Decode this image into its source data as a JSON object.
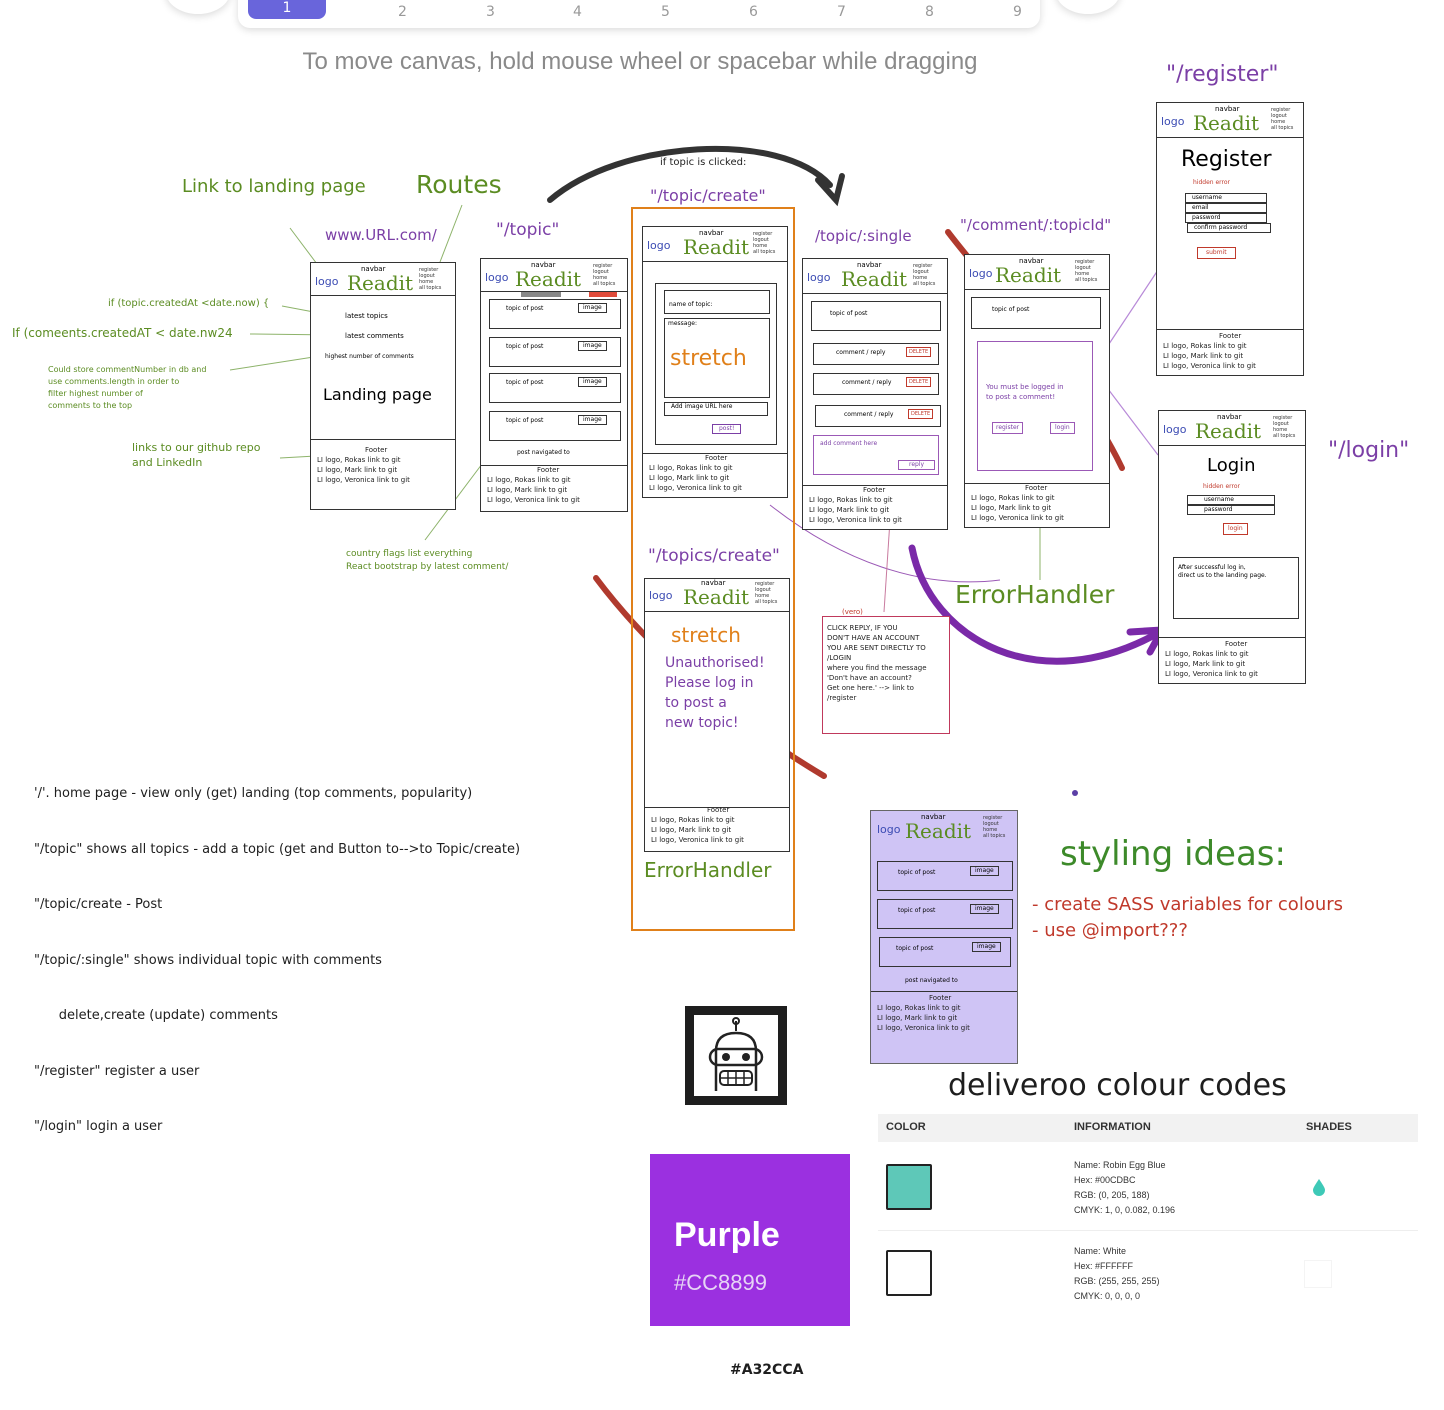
{
  "toolbar": {
    "pages": [
      "1",
      "2",
      "3",
      "4",
      "5",
      "6",
      "7",
      "8",
      "9"
    ],
    "active_page": "1",
    "hint": "To move canvas, hold mouse wheel or spacebar while dragging"
  },
  "labels": {
    "link_landing": "Link to landing page",
    "routes": "Routes",
    "www": "www.URL.com/",
    "topic_route": "\"/topic\"",
    "topic_create": "\"/topic/create\"",
    "topic_single": "/topic/:single",
    "comment_topic": "\"/comment/:topicId\"",
    "register_route": "\"/register\"",
    "login_route": "\"/login\"",
    "topics_create": "\"/topics/create\"",
    "if_clicked": "if topic is clicked:",
    "error_handler": "ErrorHandler",
    "error_handler2": "ErrorHandler",
    "styling": "styling ideas:",
    "styling_1": "- create SASS variables for colours",
    "styling_2": "- use @import???",
    "deliveroo": "deliveroo colour codes",
    "hex_a32cca": "#A32CCA"
  },
  "notes": {
    "if_created": "if (topic.createdAt <date.now) {",
    "if_comments": "If (comeents.createdAT < date.nw24",
    "could_store": [
      "Could store commentNumber in db and",
      "use comments.length in order to",
      "filter highest number of",
      "comments to the top"
    ],
    "links_github": [
      "links to our github repo",
      "and LinkedIn"
    ],
    "country_flags": [
      "country flags list everything",
      "React bootstrap by latest comment/"
    ],
    "vero": "(vero)",
    "click_reply": [
      "CLICK REPLY, IF YOU",
      "DON'T HAVE AN ACCOUNT",
      "YOU ARE SENT DIRECTLY TO",
      "/LOGIN",
      "where you find the message",
      "'Don't have an account?",
      "Get one here.' --> link to",
      "/register"
    ],
    "routes_list": [
      "'/'. home page - view only (get) landing (top comments, popularity)",
      "\"/topic\" shows all topics - add a topic (get and Button to-->to Topic/create)",
      "\"/topic/create - Post",
      "\"/topic/:single\" shows individual topic with comments",
      "      delete,create (update) comments",
      "\"/register\" register a user",
      "\"/login\" login a user"
    ]
  },
  "wire": {
    "navbar": "navbar",
    "logo": "logo",
    "readit": "Readit",
    "nav_links": [
      "register",
      "logout",
      "home",
      "all topics"
    ],
    "footer": "Footer",
    "footer_lines": [
      "LI logo, Rokas link to git",
      "LI logo, Mark link to git",
      "LI logo, Veronica link to git"
    ],
    "latest_topics": "latest topics",
    "latest_comments": "latest comments",
    "highest_comments": "highest number of comments",
    "landing_page": "Landing page",
    "topic_of_post": "topic of post",
    "image": "image",
    "post_navigated": "post navigated to",
    "name_of_topic": "name of topic:",
    "message": "message:",
    "stretch": "stretch",
    "add_image": "Add image URL here",
    "post_btn": "post!",
    "comment_reply": "comment / reply",
    "delete": "DELETE",
    "add_comment": "add comment here",
    "reply": "reply",
    "must_login": [
      "You must be logged in",
      "to post a comment!"
    ],
    "register_btn": "register",
    "login_btn": "login",
    "register_title": "Register",
    "hidden_error": "hidden error",
    "reg_fields": [
      "username",
      "email",
      "password",
      "confirm password"
    ],
    "submit": "submit",
    "login_title": "Login",
    "login_fields": [
      "username",
      "password"
    ],
    "after_login": [
      "After successful log in,",
      "direct us to the landing page."
    ],
    "unauthorised": [
      "Unauthorised!",
      "Please log in",
      "to post a",
      "new topic!"
    ]
  },
  "swatch": {
    "name": "Purple",
    "hex": "#CC8899",
    "color": "#9b30e0"
  },
  "color_table": {
    "headers": [
      "COLOR",
      "INFORMATION",
      "SHADES"
    ],
    "rows": [
      {
        "swatch": "#5ec8b8",
        "lines": [
          "Name: Robin Egg Blue",
          "Hex: #00CDBC",
          "RGB: (0, 205, 188)",
          "CMYK: 1, 0, 0.082, 0.196"
        ]
      },
      {
        "swatch": "#ffffff",
        "lines": [
          "Name: White",
          "Hex: #FFFFFF",
          "RGB: (255, 255, 255)",
          "CMYK: 0, 0, 0, 0"
        ]
      }
    ]
  },
  "colors": {
    "accent": "#6965db",
    "green": "#5b8c22",
    "purple": "#7b3fa6",
    "orange": "#e0801a",
    "red": "#c0392b"
  }
}
